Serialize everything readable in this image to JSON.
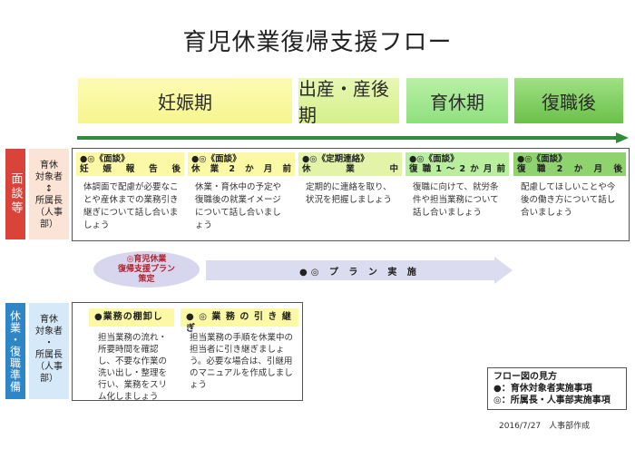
{
  "title": "育児休業復帰支援フロー",
  "phases": [
    "妊娠期",
    "出産・産後期",
    "育休期",
    "復職後"
  ],
  "colors": {
    "phase_1": "#f6f58e",
    "phase_2": "#d4f08b",
    "phase_3": "#8fe07e",
    "phase_4": "#6bc14a",
    "timeline_arrow": "#2e8c3a",
    "mendan_label": "#d9433a",
    "kyugyo_label": "#2f86c6"
  },
  "row1": {
    "label": "面談等",
    "target": [
      "育休",
      "対象者",
      "↕",
      "所属長",
      "（人事",
      "部）"
    ],
    "columns": [
      {
        "head1": "●◎《面談》",
        "head2": [
          "妊",
          "娠",
          "報",
          "告",
          "後"
        ],
        "body": "体調面で配慮が必要なことや産休までの業務引き継ぎについて話し合いましょう"
      },
      {
        "head1": "●◎《面談》",
        "head2": [
          "休",
          "業",
          "2",
          "か",
          "月",
          "前"
        ],
        "body": "休業・育休中の予定や復職後の就業イメージについて話し合いましょう"
      },
      {
        "head1": "●◎《定期連絡》",
        "head2": [
          "休",
          "業",
          "中"
        ],
        "body": "定期的に連絡を取り、状況を把握しましょう"
      },
      {
        "head1": "●◎《面談》",
        "head2": [
          "復",
          "職",
          "1",
          "～",
          "2",
          "か",
          "月",
          "前"
        ],
        "body": "復職に向けて、就労条件や担当業務について話し合いましょう"
      },
      {
        "head1": "●◎《面談》",
        "head2": [
          "復",
          "職",
          "2",
          "か",
          "月",
          "後"
        ],
        "body": "配慮してほしいことや今後の働き方について話し合いましょう"
      }
    ]
  },
  "plan": {
    "ellipse_lines": [
      "◎育児休業",
      "復帰支援プラン",
      "策定"
    ],
    "arrow_label": "●◎ プ ラ ン 実 施"
  },
  "row2": {
    "label": "休業・復職準備",
    "target": [
      "育休",
      "対象者",
      "・",
      "所属長",
      "（人事",
      "部）"
    ],
    "columns": [
      {
        "head": "●業務の棚卸し",
        "body": "担当業務の流れ・所要時間を確認し、不要な作業の洗い出し・整理を行い、業務をスリム化しましょう"
      },
      {
        "head": "● ◎ 業 務 の 引 き 継 ぎ",
        "body": "担当業務の手順を休業中の担当者に引き継ぎましょう。必要な場合は、引継用のマニュアルを作成しましょう"
      }
    ]
  },
  "legend": {
    "title": "フロー図の見方",
    "items": [
      "●：育休対象者実施事項",
      "◎：所属長・人事部実施事項"
    ]
  },
  "footer": "2016/7/27　人事部作成"
}
